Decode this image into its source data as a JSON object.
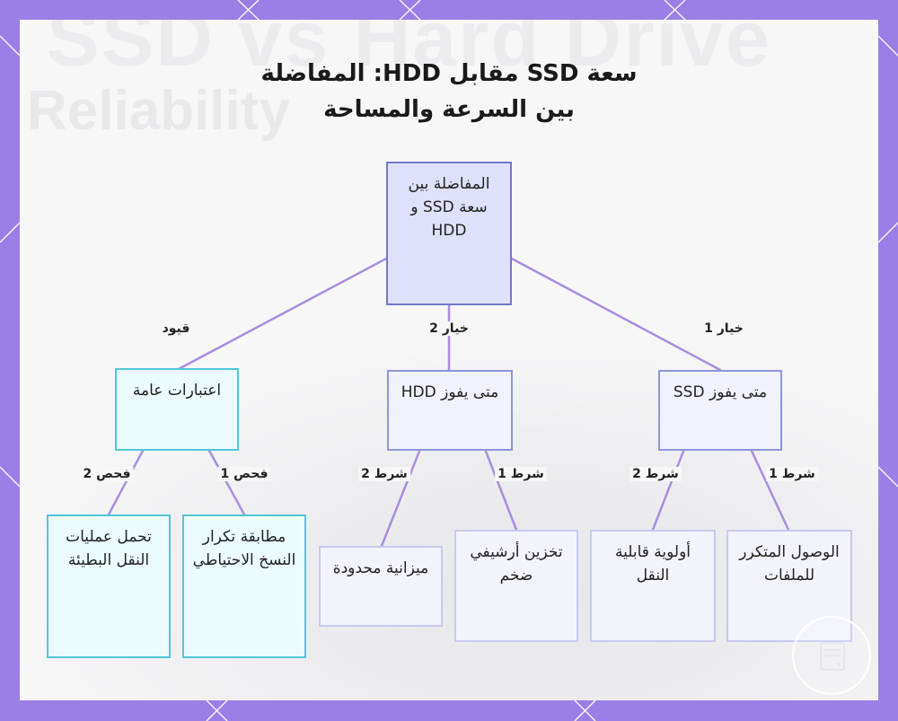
{
  "title": {
    "line1": "سعة SSD مقابل HDD: المفاضلة",
    "line2": "بين السرعة والمساحة"
  },
  "watermark": {
    "line1": "SSD vs Hard Drive",
    "line2": "Reliability"
  },
  "nodes": {
    "root": "المفاضلة بين سعة SSD و HDD",
    "ssd": "متى يفوز SSD",
    "hdd": "متى يفوز HDD",
    "general": "اعتبارات عامة",
    "ssd_c1": "الوصول المتكرر للملفات",
    "ssd_c2": "أولوية قابلية النقل",
    "hdd_c1": "تخزين أرشيفي ضخم",
    "hdd_c2": "ميزانية محدودة",
    "gen_c1": "مطابقة تكرار النسخ الاحتياطي",
    "gen_c2": "تحمل عمليات النقل البطيئة"
  },
  "edges": {
    "option1": "خيار 1",
    "option2": "خيار 2",
    "constraints": "قيود",
    "cond1a": "شرط 1",
    "cond2a": "شرط 2",
    "cond1b": "شرط 1",
    "cond2b": "شرط 2",
    "check1": "فحص 1",
    "check2": "فحص 2"
  },
  "colors": {
    "frame": "#9b7fe6",
    "link": "#a98de0",
    "root_fill": "#dfe0fb",
    "node_border": "#8e95d8",
    "cyan_border": "#52c6d8"
  }
}
